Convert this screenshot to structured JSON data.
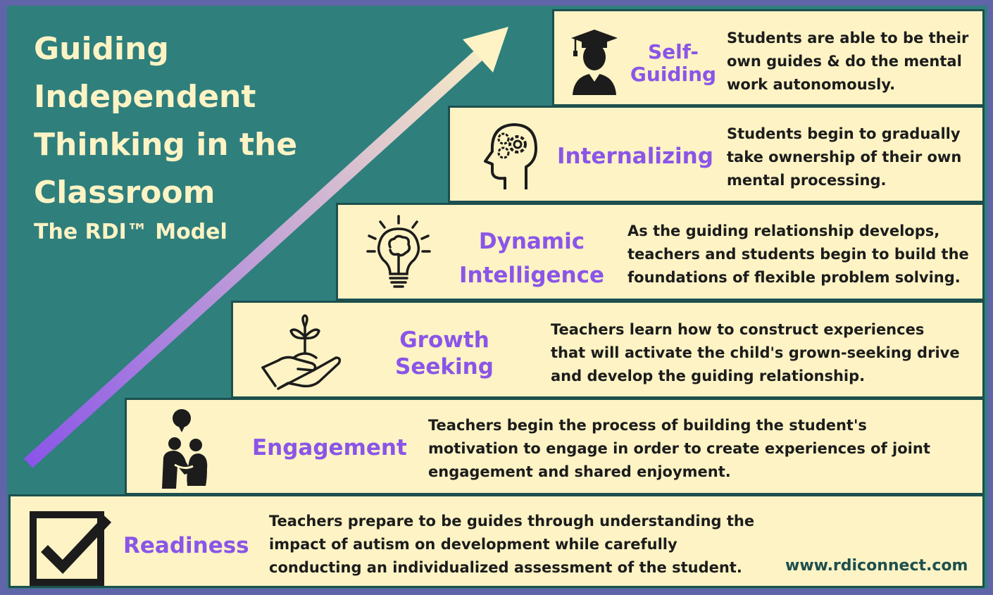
{
  "title_lines": [
    "Guiding",
    "Independent",
    "Thinking in the",
    "Classroom"
  ],
  "subtitle": "The RDI™ Model",
  "steps": [
    {
      "label_lines": [
        "Readiness"
      ],
      "desc_lines": [
        "Teachers prepare to be guides through understanding the",
        "impact of autism on development while carefully",
        "conducting an individualized assessment of the student."
      ],
      "icon": "checkbox-check-icon"
    },
    {
      "label_lines": [
        "Engagement"
      ],
      "desc_lines": [
        "Teachers begin the process of building the student's",
        "motivation to engage in order to create experiences of joint",
        "engagement and shared enjoyment."
      ],
      "icon": "adult-child-icon"
    },
    {
      "label_lines": [
        "Growth",
        "Seeking"
      ],
      "desc_lines": [
        "Teachers learn how to construct experiences",
        "that will activate the child's grown-seeking drive",
        "and develop the guiding relationship."
      ],
      "icon": "hand-sprout-icon"
    },
    {
      "label_lines": [
        "Dynamic",
        "Intelligence"
      ],
      "desc_lines": [
        "As the guiding relationship develops,",
        "teachers and students begin to build the",
        "foundations of flexible problem solving."
      ],
      "icon": "lightbulb-brain-icon"
    },
    {
      "label_lines": [
        "Internalizing"
      ],
      "desc_lines": [
        "Students begin to gradually",
        "take ownership of their own",
        "mental processing."
      ],
      "icon": "head-gears-icon"
    },
    {
      "label_lines": [
        "Self-",
        "Guiding"
      ],
      "desc_lines": [
        "Students are able to be their",
        "own guides & do the mental",
        "work autonomously."
      ],
      "icon": "graduate-icon"
    }
  ],
  "url": "www.rdiconnect.com",
  "colors": {
    "frame": "#6064a8",
    "background": "#2f7f7d",
    "card": "#fdf3c4",
    "card_border": "#1d4f4e",
    "label": "#8a55e8",
    "title": "#fdf3c4",
    "arrow_start": "#8a55e8",
    "arrow_end": "#fdf3c4"
  }
}
